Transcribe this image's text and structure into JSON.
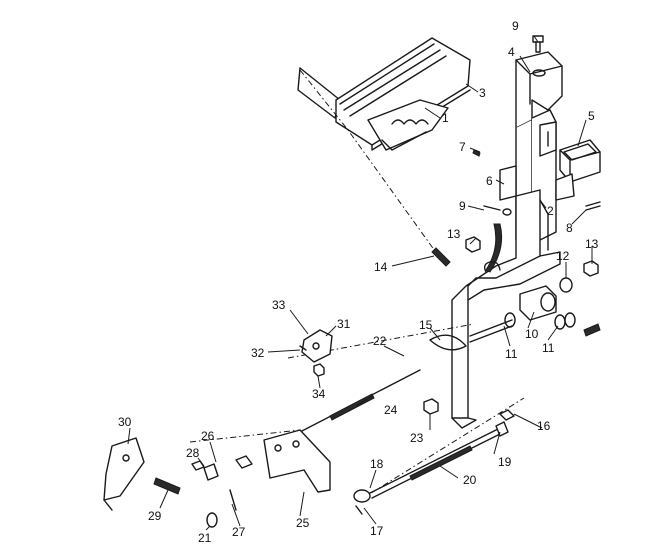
{
  "callouts": [
    "1",
    "2",
    "3",
    "4",
    "5",
    "6",
    "7",
    "8",
    "9",
    "9",
    "10",
    "11",
    "11",
    "12",
    "13",
    "13",
    "14",
    "15",
    "16",
    "17",
    "18",
    "19",
    "20",
    "21",
    "22",
    "23",
    "24",
    "25",
    "26",
    "27",
    "28",
    "29",
    "30",
    "31",
    "32",
    "33",
    "34"
  ]
}
